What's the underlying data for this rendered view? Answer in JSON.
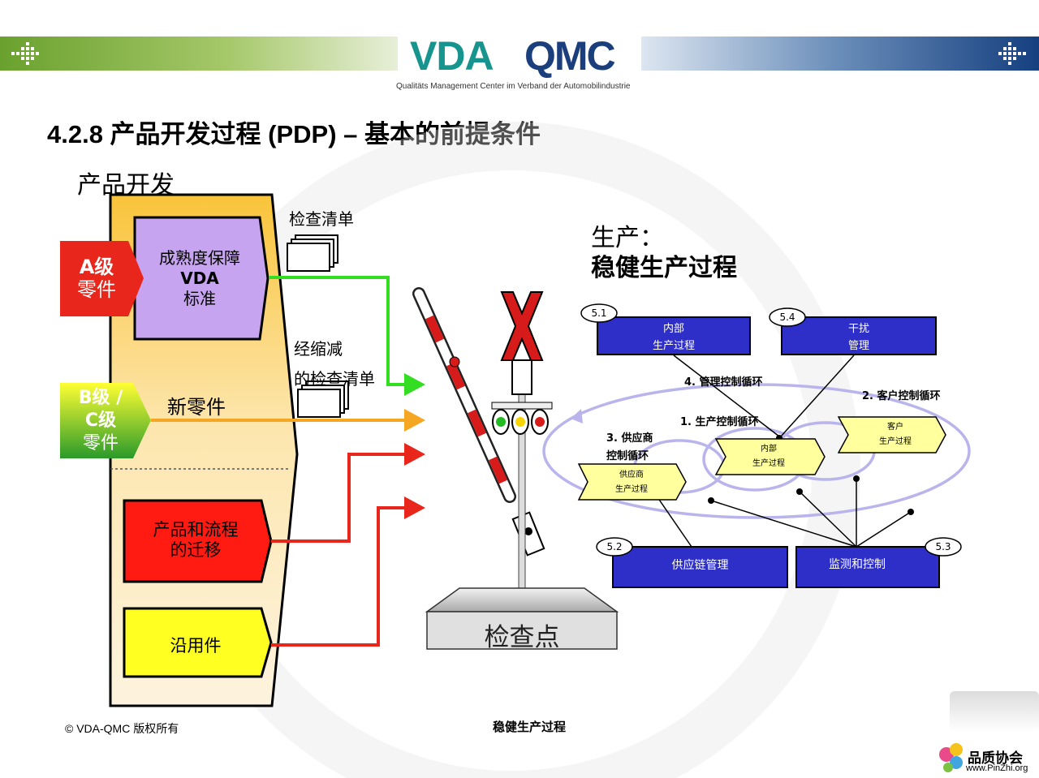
{
  "header": {
    "logo_vda": "VDA",
    "logo_qmc": "QMC",
    "tagline": "Qualitäts Management Center im Verband der Automobilindustrie"
  },
  "title": "4.2.8 产品开发过程 (PDP) – 基本的前提条件",
  "product_dev": {
    "heading": "产品开发",
    "maturity_line1": "成熟度保障",
    "maturity_line2": "VDA",
    "maturity_line3": "标准",
    "new_parts": "新零件",
    "transfer_line1": "产品和流程",
    "transfer_line2": "的迁移",
    "carryover": "沿用件",
    "class_a_line1": "A级",
    "class_a_line2": "零件",
    "class_bc_line1": "B级 /",
    "class_bc_line2": "C级",
    "class_bc_line3": "零件",
    "checklist": "检查清单",
    "reduced_line1": "经缩减",
    "reduced_line2": "的检查清单"
  },
  "checkpoint": "检查点",
  "production": {
    "heading_line1": "生产：",
    "heading_line2": "稳健生产过程",
    "box_51_num": "5.1",
    "box_51_line1": "内部",
    "box_51_line2": "生产过程",
    "box_54_num": "5.4",
    "box_54_line1": "干扰",
    "box_54_line2": "管理",
    "box_52_num": "5.2",
    "box_52_label": "供应链管理",
    "box_53_num": "5.3",
    "box_53_label": "监测和控制",
    "loop4": "4. 管理控制循环",
    "loop2": "2. 客户控制循环",
    "loop1": "1. 生产控制循环",
    "loop3_line1": "3. 供应商",
    "loop3_line2": "控制循环",
    "supplier_line1": "供应商",
    "supplier_line2": "生产过程",
    "internal_line1": "内部",
    "internal_line2": "生产过程",
    "customer_line1": "客户",
    "customer_line2": "生产过程"
  },
  "footer": {
    "copyright": "© VDA-QMC 版权所有",
    "center": "稳健生产过程",
    "watermark_line1": "品质协会",
    "watermark_line2": "www.PinZhi.org"
  },
  "colors": {
    "green_arrow": "#33dd22",
    "orange_arrow": "#f5a623",
    "red_arrow": "#e8261c",
    "box_blue": "#2d2fc8",
    "purple_box": "#c7a4f0",
    "yellow_box": "#ffff22"
  }
}
